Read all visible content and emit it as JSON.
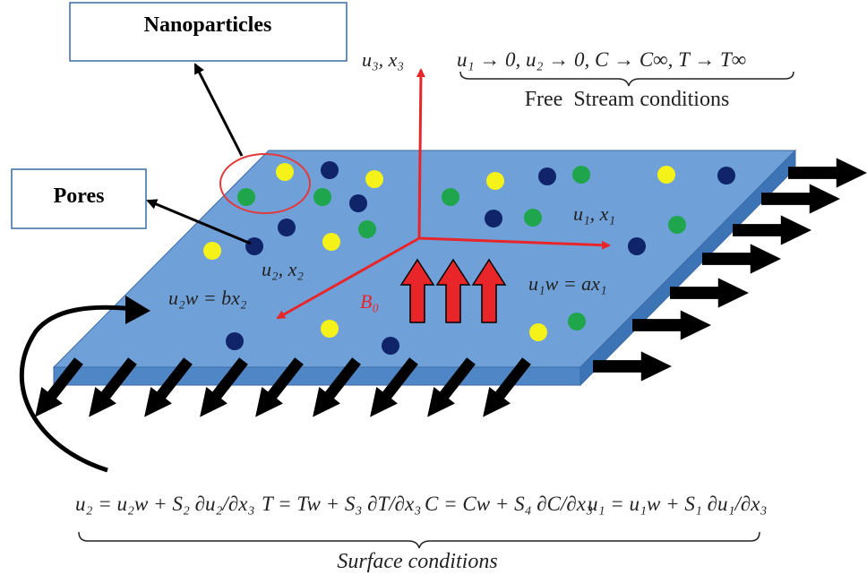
{
  "labels": {
    "nanoparticles": "Nanoparticles",
    "pores": "Pores"
  },
  "axes": {
    "x3": "u₃, x₃",
    "x1": "u₁, x₁",
    "x2": "u₂, x₂",
    "b0": "B₀"
  },
  "wall_velocities": {
    "u1w": "u₁w = ax₁",
    "u2w": "u₂w = bx₂"
  },
  "free_stream": {
    "equation": "u₁ → 0, u₂ → 0, C → C∞, T → T∞",
    "caption": "Free  Stream conditions"
  },
  "surface": {
    "eq_u2": "u₂ = u₂w + S₂ ∂u₂/∂x₃",
    "eq_T": "T = Tw + S₃ ∂T/∂x₃",
    "eq_C": "C = Cw + S₄ ∂C/∂x₃",
    "eq_u1": "u₁ = u₁w + S₁ ∂u₁/∂x₃",
    "caption": "Surface conditions"
  },
  "colors": {
    "plate_top": "#6fa0d8",
    "plate_side": "#4f86c6",
    "axis_red": "#e8262a",
    "arrow_black": "#000000",
    "particle_navy": "#10246a",
    "particle_green": "#1fa64c",
    "particle_yellow": "#f5f21a",
    "ellipse_red": "#e23a3a"
  }
}
